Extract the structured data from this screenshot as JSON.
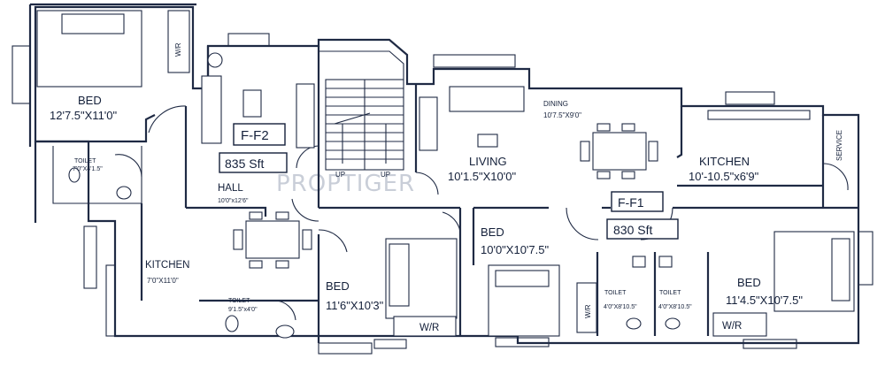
{
  "units": [
    {
      "code": "F-F2",
      "area": "835 Sft"
    },
    {
      "code": "F-F1",
      "area": "830 Sft"
    }
  ],
  "rooms": {
    "bed_left_top": {
      "name": "BED",
      "dim": "12'7.5\"X11'0\""
    },
    "toilet_left": {
      "name": "TOILET",
      "dim": "7'0\"X4'1.5\""
    },
    "hall": {
      "name": "HALL",
      "dim": "10'0\"x12'6\""
    },
    "kitchen_left": {
      "name": "KITCHEN",
      "dim": "7'0\"X11'0\""
    },
    "toilet_left_bottom": {
      "name": "TOILET",
      "dim": "9'1.5\"x4'0\""
    },
    "bed_center_bottom": {
      "name": "BED",
      "dim": "11'6\"X10'3\""
    },
    "living": {
      "name": "LIVING",
      "dim": "10'1.5\"X10'0\""
    },
    "dining": {
      "name": "DINING",
      "dim": "10'7.5\"X9'0\""
    },
    "kitchen_right": {
      "name": "KITCHEN",
      "dim": "10'-10.5\"x6'9\""
    },
    "bed_center": {
      "name": "BED",
      "dim": "10'0\"X10'7.5\""
    },
    "bed_right": {
      "name": "BED",
      "dim": "11'4.5\"X10'7.5\""
    },
    "toilet_r1": {
      "name": "TOILET",
      "dim": "4'0\"X8'10.5\""
    },
    "toilet_r2": {
      "name": "TOILET",
      "dim": "4'0\"X8'10.5\""
    }
  },
  "labels": {
    "wr": "W/R",
    "up": "UP",
    "service": "SERVICE",
    "watermark": "PROPTIGER"
  }
}
